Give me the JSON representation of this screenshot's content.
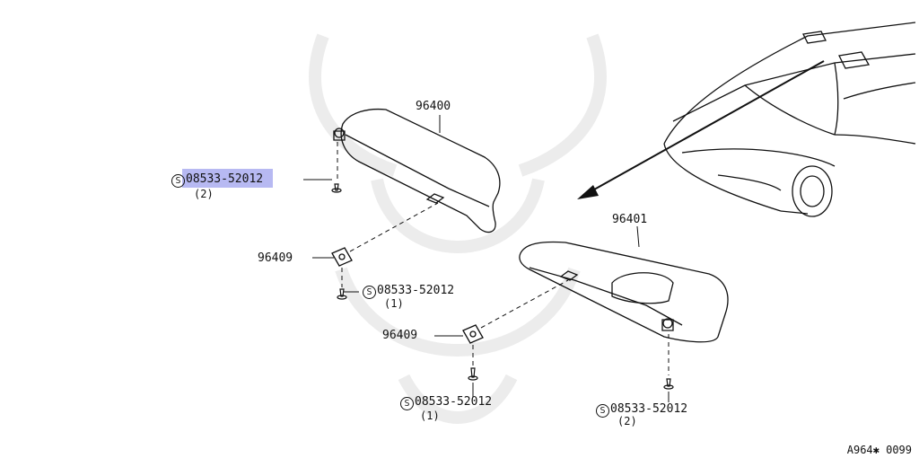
{
  "diagram_ref": "A964✱ 0099",
  "selected_part": "08533-52012",
  "colors": {
    "highlight": "#7b7fe8",
    "line": "#111111",
    "watermark": "#ececec"
  },
  "parts": {
    "visor_left": {
      "number": "96400"
    },
    "visor_right": {
      "number": "96401"
    },
    "holder_left": {
      "number": "96409"
    },
    "holder_right": {
      "number": "96409"
    },
    "screw_visor_left": {
      "symbol": "S",
      "number": "08533-52012",
      "qty": "(2)"
    },
    "screw_holder_left": {
      "symbol": "S",
      "number": "08533-52012",
      "qty": "(1)"
    },
    "screw_holder_right": {
      "symbol": "S",
      "number": "08533-52012",
      "qty": "(1)"
    },
    "screw_visor_right": {
      "symbol": "S",
      "number": "08533-52012",
      "qty": "(2)"
    }
  }
}
